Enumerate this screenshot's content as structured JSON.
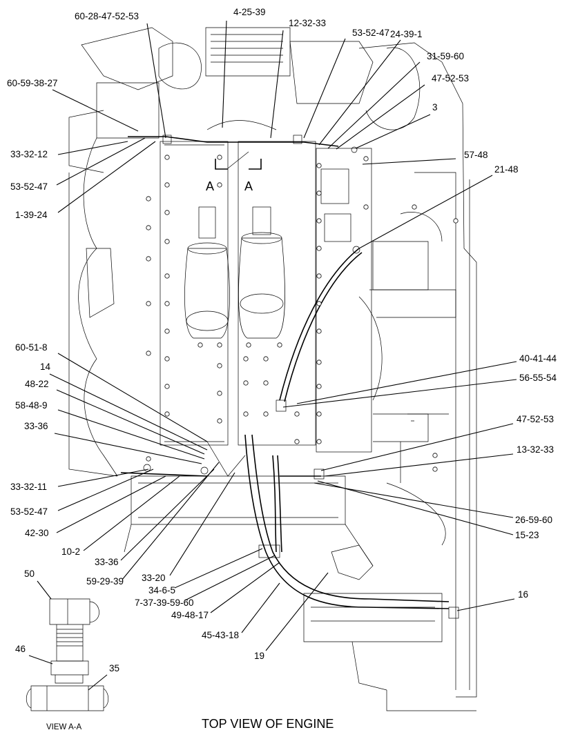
{
  "title": "TOP VIEW OF ENGINE",
  "view_label": "VIEW A-A",
  "section_marks": [
    "A",
    "A"
  ],
  "callouts": [
    "60-28-47-52-53",
    "4-25-39",
    "12-32-33",
    "53-52-47",
    "24-39-1",
    "31-59-60",
    "47-52-53",
    "60-59-38-27",
    "3",
    "33-32-12",
    "57-48",
    "21-48",
    "53-52-47",
    "1-39-24",
    "60-51-8",
    "40-41-44",
    "14",
    "56-55-54",
    "48-22",
    "58-48-9",
    "47-52-53",
    "33-36",
    "13-32-33",
    "33-32-11",
    "53-52-47",
    "26-59-60",
    "42-30",
    "15-23",
    "10-2",
    "33-36",
    "59-29-39",
    "33-20",
    "34-6-5",
    "7-37-39-59-60",
    "49-48-17",
    "16",
    "45-43-18",
    "19"
  ],
  "view_callouts": [
    "50",
    "46",
    "35"
  ]
}
